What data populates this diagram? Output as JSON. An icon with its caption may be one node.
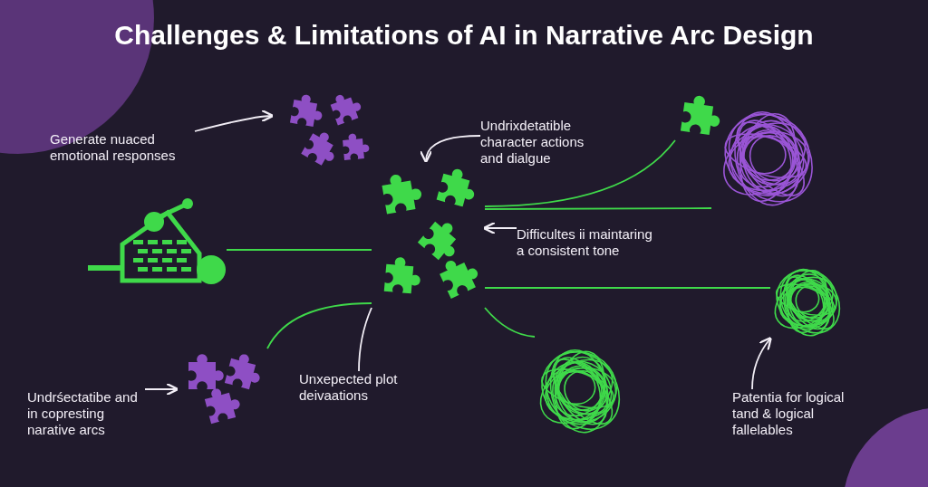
{
  "diagram": {
    "title": "Challenges & Limitations of AI in Narrative Arc Design",
    "nodes": [
      {
        "text": [
          "Generate nuaced emotional responses"
        ]
      },
      {
        "text": [],
        "shape": "picture"
      },
      {
        "text": [
          "Undrixdetatible character actions and dialgue"
        ]
      },
      {
        "text": [],
        "shape": "picture"
      },
      {
        "text": [
          "Difficultes ii maintaring a consistent tone"
        ]
      },
      {
        "text": [],
        "shape": "picture"
      },
      {
        "text": [],
        "shape": "picture"
      },
      {
        "text": [
          "Undrśectatibe and in copresting narative arcs"
        ]
      },
      {
        "text": [
          "Unxepected plot deivaations"
        ]
      },
      {
        "text": [],
        "shape": "picture"
      },
      {
        "text": [],
        "shape": "picture"
      },
      {
        "text": [],
        "shape": "picture"
      },
      {
        "text": [],
        "shape": "picture"
      },
      {
        "text": [
          "Patentia for logical tand & logical fallelables"
        ]
      }
    ],
    "edges": [
      {
        "from": 0,
        "to": 1,
        "arrow": "to"
      },
      {
        "from": 2,
        "to": 3,
        "arrow": "to"
      },
      {
        "from": 4,
        "to": 3,
        "arrow": "to"
      },
      {
        "from": 5,
        "to": 3,
        "arrow": "none",
        "color": "#3fd94a"
      },
      {
        "from": 6,
        "to": 3,
        "arrow": "none",
        "color": "#3fd94a"
      },
      {
        "from": 7,
        "to": 6,
        "arrow": "to"
      },
      {
        "from": 8,
        "to": 3,
        "arrow": "none"
      },
      {
        "from": 3,
        "to": 9,
        "arrow": "none",
        "color": "#3fd94a"
      },
      {
        "from": 3,
        "to": 10,
        "arrow": "none",
        "color": "#3fd94a"
      },
      {
        "from": 3,
        "to": 11,
        "arrow": "none",
        "color": "#3fd94a"
      },
      {
        "from": 3,
        "to": 12,
        "arrow": "none",
        "color": "#3fd94a"
      },
      {
        "from": 13,
        "to": 11,
        "arrow": "to"
      }
    ]
  }
}
